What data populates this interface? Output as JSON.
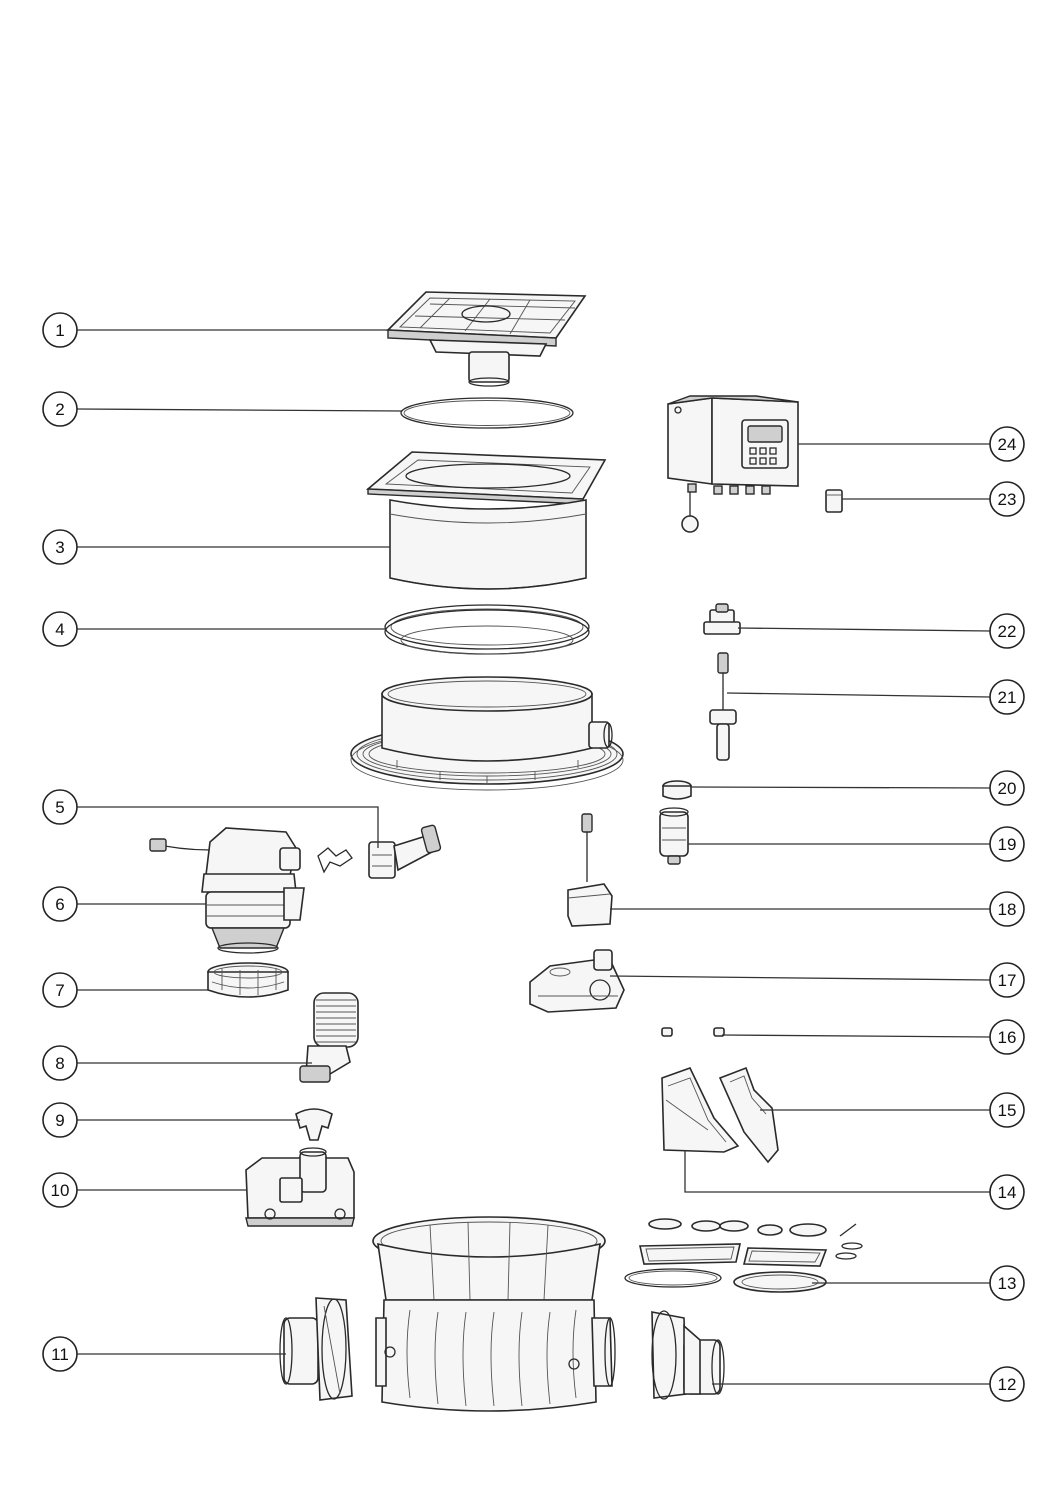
{
  "callouts": [
    "1",
    "2",
    "3",
    "4",
    "5",
    "6",
    "7",
    "8",
    "9",
    "10",
    "11",
    "12",
    "13",
    "14",
    "15",
    "16",
    "17",
    "18",
    "19",
    "20",
    "21",
    "22",
    "23",
    "24"
  ],
  "colors": {
    "line": "#2a2a2a",
    "fill": "#f6f6f6",
    "shade": "#cfcfcf",
    "background": "#ffffff"
  }
}
